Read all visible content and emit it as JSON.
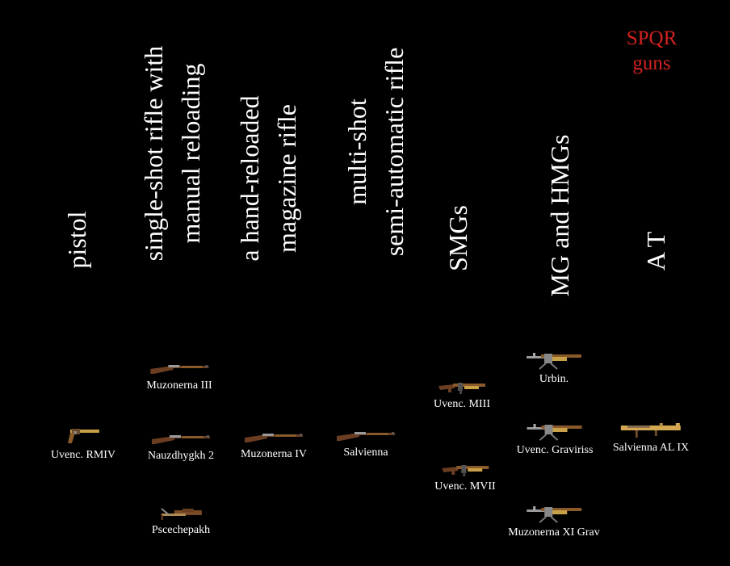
{
  "title": {
    "line1": "SPQR",
    "line2": "guns",
    "color": "#d42222"
  },
  "categories": [
    {
      "id": "pistol",
      "label": "pistol"
    },
    {
      "id": "single-shot",
      "label": "single-shot rifle with\nmanual reloading"
    },
    {
      "id": "hand-reloaded",
      "label": "a hand-reloaded\nmagazine rifle"
    },
    {
      "id": "multi-shot",
      "label": "multi-shot\nsemi-automatic rifle"
    },
    {
      "id": "smg",
      "label": "SMGs"
    },
    {
      "id": "mg",
      "label": "MG and HMGs"
    },
    {
      "id": "at",
      "label": "A T"
    }
  ],
  "weapons": [
    {
      "name": "Uvenc. RMIV",
      "category": "pistol",
      "icon": "pistol-icon"
    },
    {
      "name": "Muzonerna III",
      "category": "single-shot",
      "icon": "rifle-icon"
    },
    {
      "name": "Nauzdhygkh 2",
      "category": "single-shot",
      "icon": "rifle-icon"
    },
    {
      "name": "Pscechepakh",
      "category": "single-shot",
      "icon": "crossbow-rifle-icon"
    },
    {
      "name": "Muzonerna IV",
      "category": "hand-reloaded",
      "icon": "rifle-icon"
    },
    {
      "name": "Salvienna",
      "category": "multi-shot",
      "icon": "rifle-icon"
    },
    {
      "name": "Uvenc. MIII",
      "category": "smg",
      "icon": "smg-icon"
    },
    {
      "name": "Uvenc. MVII",
      "category": "smg",
      "icon": "smg-icon"
    },
    {
      "name": "Urbin.",
      "category": "mg",
      "icon": "machine-gun-icon"
    },
    {
      "name": "Uvenc. Graviriss",
      "category": "mg",
      "icon": "machine-gun-icon"
    },
    {
      "name": "Muzonerna XI Grav",
      "category": "mg",
      "icon": "machine-gun-icon"
    },
    {
      "name": "Salvienna AL IX",
      "category": "at",
      "icon": "rocket-launcher-icon"
    }
  ]
}
